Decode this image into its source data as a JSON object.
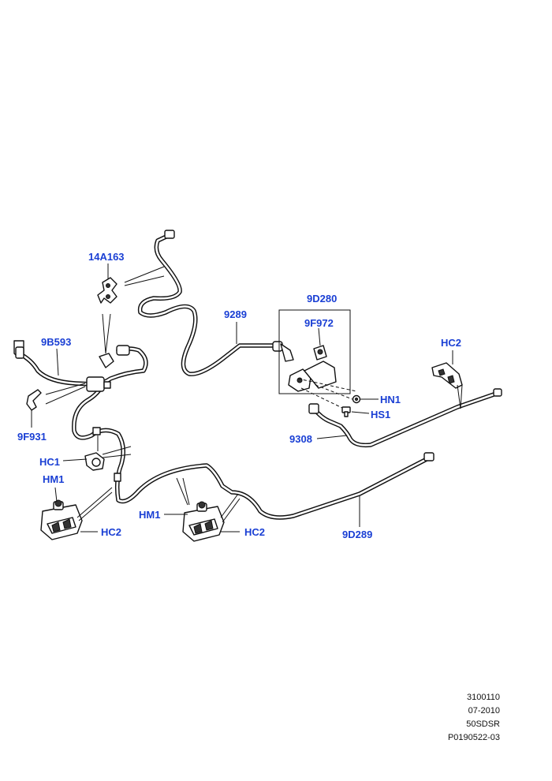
{
  "callouts": {
    "p14A163": "14A163",
    "p9B593": "9B593",
    "p9F931": "9F931",
    "pHC1": "HC1",
    "pHM1_left": "HM1",
    "pHC2_left": "HC2",
    "pHM1_mid": "HM1",
    "pHC2_mid": "HC2",
    "p9289": "9289",
    "p9D280": "9D280",
    "p9F972": "9F972",
    "pHC2_right": "HC2",
    "pHN1": "HN1",
    "pHS1": "HS1",
    "p9308": "9308",
    "p9D289": "9D289"
  },
  "footer": {
    "line1": "3100110",
    "line2": "07-2010",
    "line3": "50SDSR",
    "line4": "P0190522-03"
  },
  "colors": {
    "callout": "#1a3fd4",
    "line": "#111111",
    "background": "#ffffff"
  }
}
